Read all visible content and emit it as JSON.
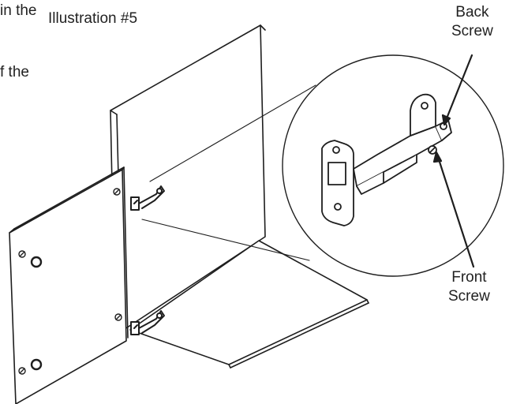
{
  "intro_fragments": {
    "line1": "in the",
    "line2": "f the"
  },
  "figure_caption": "Illustration #5",
  "callouts": {
    "back_screw": {
      "line1": "Back",
      "line2": "Screw"
    },
    "front_screw": {
      "line1": "Front",
      "line2": "Screw"
    }
  },
  "colors": {
    "line": "#1e1e1e",
    "panel_fill": "#ffffff",
    "background": "#ffffff"
  },
  "icons": {
    "hinge": "concealed-hinge-icon",
    "screw": "screw-icon",
    "knob": "knob-icon"
  }
}
